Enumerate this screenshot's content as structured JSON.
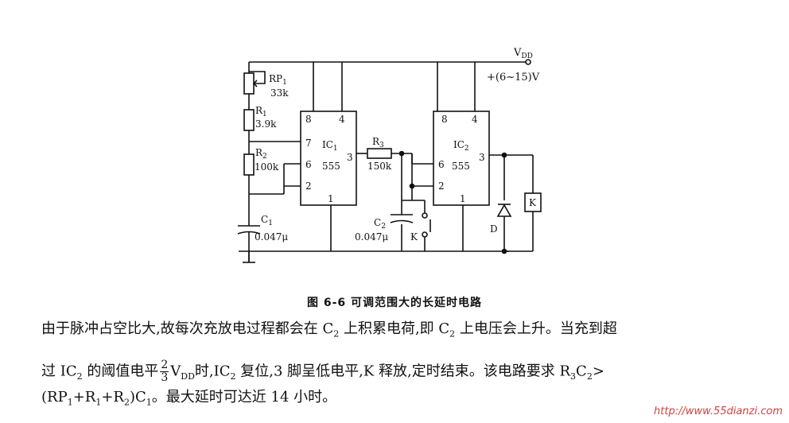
{
  "figure": {
    "vdd_label": "V",
    "vdd_sub": "DD",
    "supply_label": "+(6~15)V",
    "components": [
      {
        "id": "rp1",
        "name": "RP",
        "sub": "1",
        "value": "33k"
      },
      {
        "id": "r1",
        "name": "R",
        "sub": "1",
        "value": "3.9k"
      },
      {
        "id": "r2",
        "name": "R",
        "sub": "2",
        "value": "100k"
      },
      {
        "id": "c1",
        "name": "C",
        "sub": "1",
        "value": "0.047μ"
      },
      {
        "id": "r3",
        "name": "R",
        "sub": "3",
        "value": "150k"
      },
      {
        "id": "c2",
        "name": "C",
        "sub": "2",
        "value": "0.047μ"
      }
    ],
    "ic1": {
      "name": "IC",
      "sub": "1",
      "type": "555",
      "pins": [
        "8",
        "4",
        "7",
        "6",
        "2",
        "3",
        "1"
      ]
    },
    "ic2": {
      "name": "IC",
      "sub": "2",
      "type": "555",
      "pins": [
        "8",
        "4",
        "6",
        "2",
        "3",
        "1"
      ]
    },
    "relay_label": "K",
    "switch_label": "K",
    "diode_label": "D"
  },
  "caption": "图 6-6   可调范围大的长延时电路",
  "text": {
    "line1_a": "由于脉冲占空比大,故每次充放电过程都会在 C",
    "line1_b": " 上积累电荷,即 C",
    "line1_c": " 上电压会上升。当充到超",
    "line2_a": "过 IC",
    "line2_b": " 的阈值电平",
    "frac_num": "2",
    "frac_den": "3",
    "line2_c": "V",
    "line2_d": "时,IC",
    "line2_e": " 复位,3 脚呈低电平,K 释放,定时结束。该电路要求 R",
    "line2_f": "C",
    "line2_g": ">",
    "line3_a": "(RP",
    "line3_b": "+R",
    "line3_c": "+R",
    "line3_d": ")C",
    "line3_e": "。最大延时可达近 14 小时。",
    "sub2": "2",
    "sub1": "1",
    "sub3": "3",
    "subDD": "DD"
  },
  "watermark": "http://www.55dianzi.com"
}
